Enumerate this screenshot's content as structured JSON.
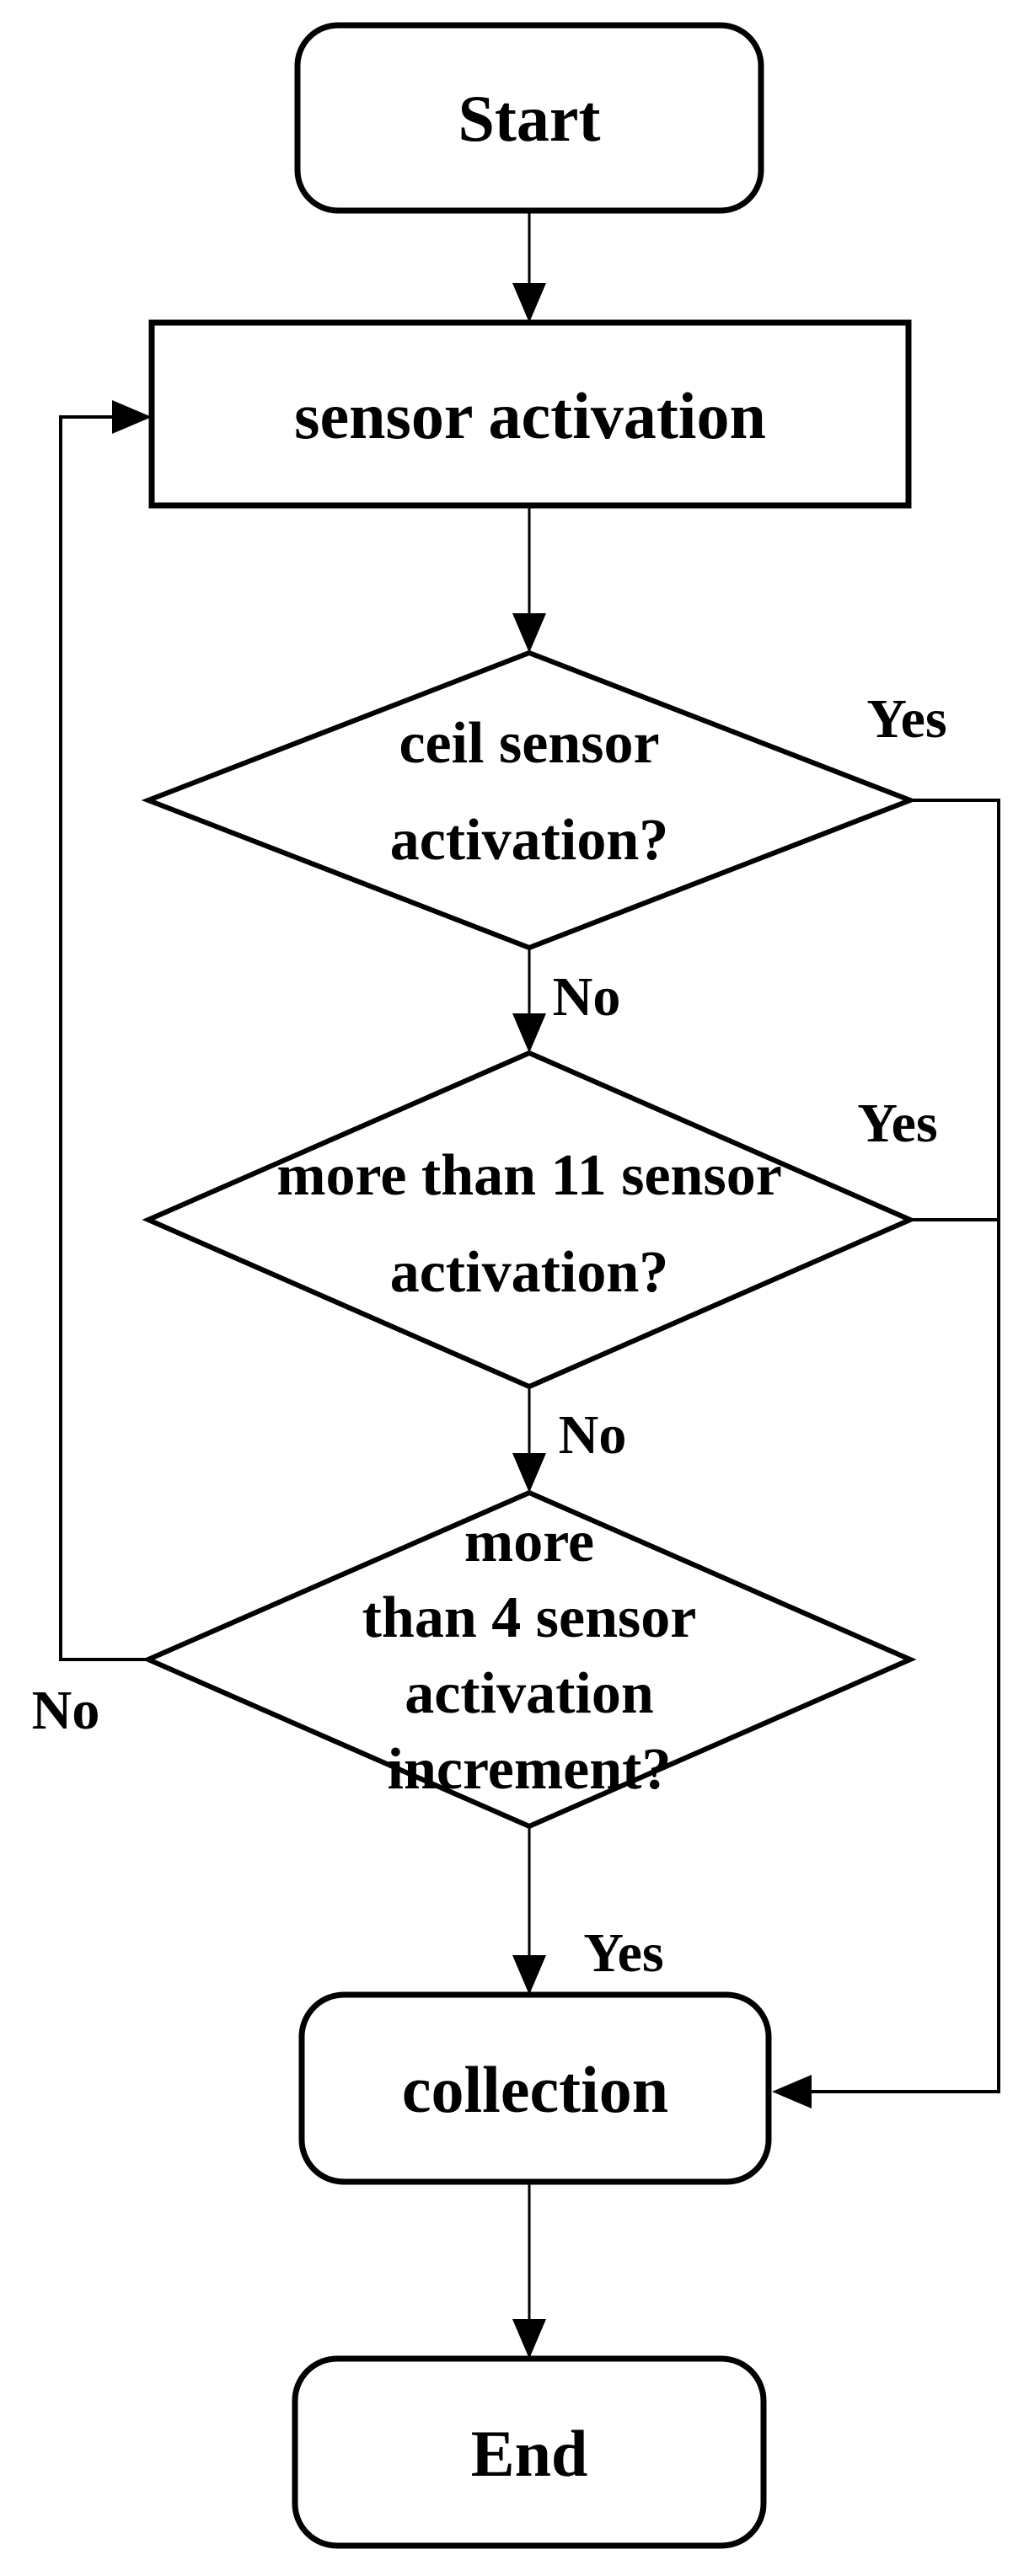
{
  "colors": {
    "background": "#ffffff",
    "line": "#000000",
    "text": "#000000"
  },
  "flowchart": {
    "type": "flowchart",
    "nodes": {
      "start": {
        "label": "Start",
        "shape": "rounded-rectangle"
      },
      "sensor_activation": {
        "label": "sensor activation",
        "shape": "rectangle"
      },
      "ceil_sensor_decision": {
        "shape": "diamond",
        "lines": [
          "ceil sensor",
          "activation?"
        ]
      },
      "more_than_11_decision": {
        "shape": "diamond",
        "lines": [
          "more than 11 sensor",
          "activation?"
        ]
      },
      "more_than_4_decision": {
        "shape": "diamond",
        "lines": [
          "more",
          "than 4 sensor",
          "activation",
          "increment?"
        ]
      },
      "collection": {
        "label": "collection",
        "shape": "rounded-rectangle"
      },
      "end": {
        "label": "End",
        "shape": "rounded-rectangle"
      }
    },
    "edge_labels": {
      "ceil_yes": "Yes",
      "ceil_no": "No",
      "more11_yes": "Yes",
      "more11_no": "No",
      "more4_no": "No",
      "more4_yes": "Yes"
    },
    "edges": [
      {
        "from": "start",
        "to": "sensor_activation",
        "label": ""
      },
      {
        "from": "sensor_activation",
        "to": "ceil_sensor_decision",
        "label": ""
      },
      {
        "from": "ceil_sensor_decision",
        "to": "collection",
        "label": "Yes",
        "route": "right-side"
      },
      {
        "from": "ceil_sensor_decision",
        "to": "more_than_11_decision",
        "label": "No"
      },
      {
        "from": "more_than_11_decision",
        "to": "collection",
        "label": "Yes",
        "route": "right-side"
      },
      {
        "from": "more_than_11_decision",
        "to": "more_than_4_decision",
        "label": "No"
      },
      {
        "from": "more_than_4_decision",
        "to": "sensor_activation",
        "label": "No",
        "route": "left-side-loop"
      },
      {
        "from": "more_than_4_decision",
        "to": "collection",
        "label": "Yes"
      },
      {
        "from": "collection",
        "to": "end",
        "label": ""
      }
    ]
  }
}
